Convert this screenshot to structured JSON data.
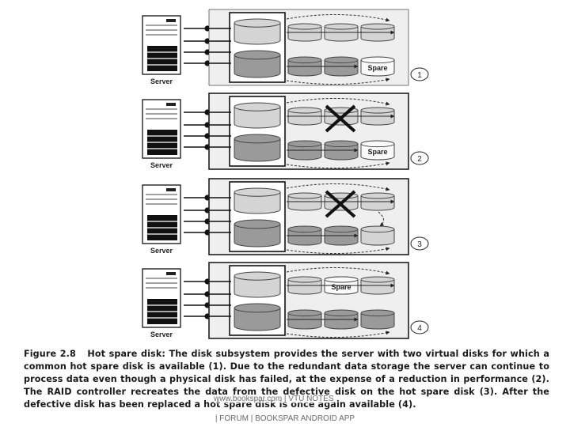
{
  "panels": [
    {
      "step": "1",
      "server_label": "Server",
      "spare_label": "Spare",
      "failed": false,
      "spare_state": "available"
    },
    {
      "step": "2",
      "server_label": "Server",
      "spare_label": "Spare",
      "failed": true,
      "spare_state": "available"
    },
    {
      "step": "3",
      "server_label": "Server",
      "spare_label": "",
      "failed": true,
      "spare_state": "in-use"
    },
    {
      "step": "4",
      "server_label": "Server",
      "spare_label": "Spare",
      "failed": false,
      "spare_state": "relocated"
    }
  ],
  "caption": {
    "figure_label": "Figure 2.8",
    "text": "Hot spare disk: The disk subsystem provides the server with two virtual disks for which a common hot spare disk is available (1). Due to the redundant data storage the server can continue to process data even though a physical disk has failed, at the expense of a reduction in performance (2). The RAID controller recreates the data from the defective disk on the hot spare disk (3). After the defective disk has been replaced a hot spare disk is once again available (4)."
  },
  "watermark": {
    "line1": "www.bookspar.com | VTU NOTES",
    "line2": "| FORUM | BOOKSPAR ANDROID APP"
  },
  "colors": {
    "light_disk": "#d4d4d4",
    "dark_disk": "#9a9a9a",
    "frame": "#1e1e1e",
    "panel_shade": "#efefef"
  }
}
